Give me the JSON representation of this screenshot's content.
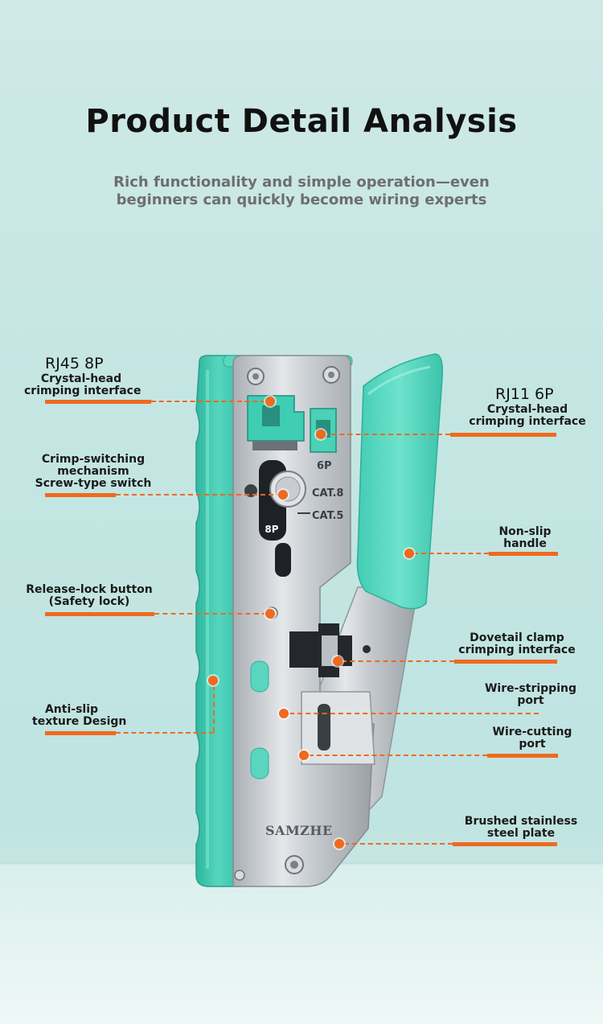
{
  "header": {
    "title": "Product Detail Analysis",
    "subtitle_lines": [
      "Rich functionality and simple operation—even",
      "beginners can quickly become wiring experts"
    ]
  },
  "tool": {
    "brand": "SAMZHE",
    "marks": {
      "six_p": "6P",
      "eight_p": "8P",
      "cat8": "CAT.8",
      "cat5": "CAT.5"
    }
  },
  "callouts": {
    "rj45": {
      "title": "RJ45 8P",
      "lines": [
        "Crystal-head",
        "crimping interface"
      ]
    },
    "rj11": {
      "title": "RJ11 6P",
      "lines": [
        "Crystal-head",
        "crimping interface"
      ]
    },
    "crimp_switch": {
      "lines": [
        "Crimp-switching",
        "mechanism",
        "Screw-type switch"
      ]
    },
    "non_slip": {
      "lines": [
        "Non-slip",
        "handle"
      ]
    },
    "release_lock": {
      "lines": [
        "Release-lock button",
        "(Safety lock)"
      ]
    },
    "dovetail": {
      "lines": [
        "Dovetail clamp",
        "crimping interface"
      ]
    },
    "wire_strip": {
      "lines": [
        "Wire-stripping",
        "port"
      ]
    },
    "anti_slip": {
      "lines": [
        "Anti-slip",
        "texture Design"
      ]
    },
    "wire_cut": {
      "lines": [
        "Wire-cutting",
        "port"
      ]
    },
    "steel_plate": {
      "lines": [
        "Brushed stainless",
        "steel plate"
      ]
    }
  },
  "colors": {
    "accent": "#ef6a1e",
    "tool_green": "#3ec9b0",
    "steel": "#c7ccd0"
  }
}
